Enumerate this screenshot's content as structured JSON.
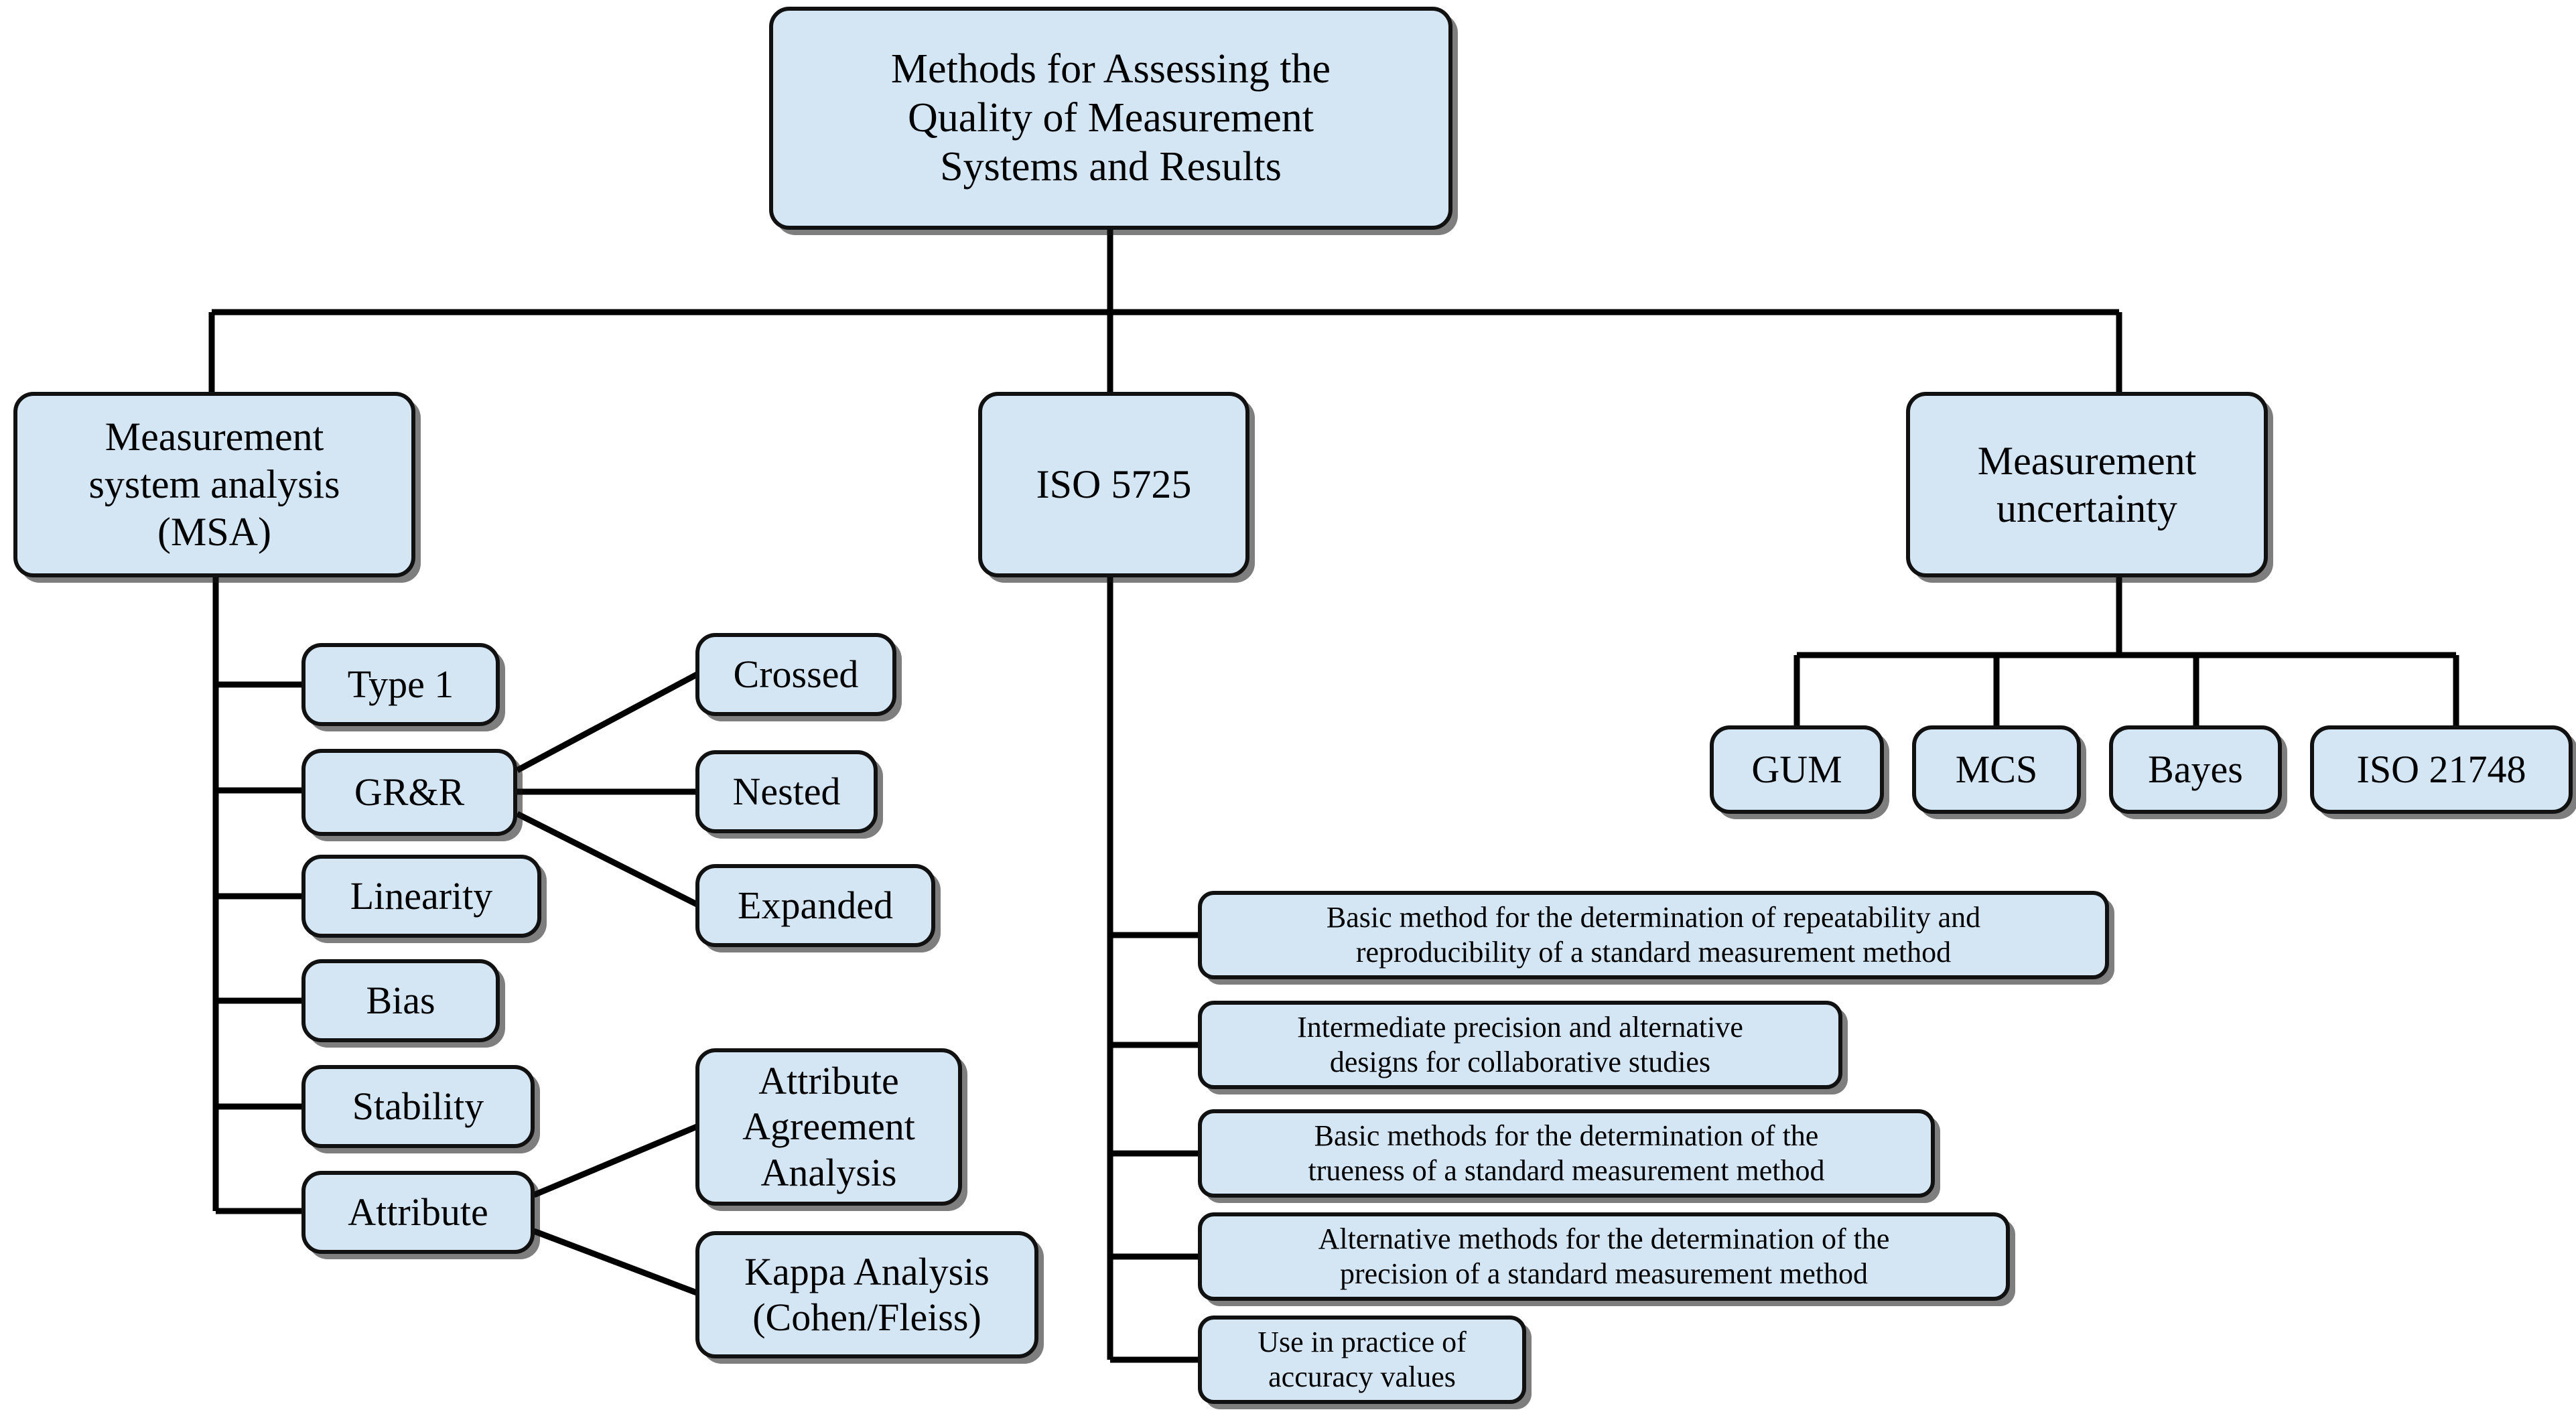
{
  "diagram": {
    "title": "Methods for Assessing the Quality of Measurement Systems and Results",
    "type": "tree",
    "colors": {
      "node_fill": "#d4e5f4",
      "node_border": "#111111",
      "connector": "#000000",
      "background": "#ffffff",
      "text": "#000000"
    }
  },
  "root": {
    "label": "Methods for Assessing the\nQuality of Measurement\nSystems and Results"
  },
  "branches": {
    "msa": {
      "label": "Measurement\nsystem analysis\n(MSA)",
      "children": [
        {
          "label": "Type 1"
        },
        {
          "label": "GR&R"
        },
        {
          "label": "Linearity"
        },
        {
          "label": "Bias"
        },
        {
          "label": "Stability"
        },
        {
          "label": "Attribute"
        }
      ],
      "grr_children": [
        {
          "label": "Crossed"
        },
        {
          "label": "Nested"
        },
        {
          "label": "Expanded"
        }
      ],
      "attribute_children": [
        {
          "label": "Attribute\nAgreement\nAnalysis"
        },
        {
          "label": "Kappa Analysis\n(Cohen/Fleiss)"
        }
      ]
    },
    "iso5725": {
      "label": "ISO 5725",
      "children": [
        {
          "label": "Basic method for the determination of repeatability and\nreproducibility of a standard measurement method"
        },
        {
          "label": "Intermediate precision and alternative\ndesigns for collaborative studies"
        },
        {
          "label": "Basic methods for the determination of the\ntrueness of a standard measurement method"
        },
        {
          "label": "Alternative methods for the determination of the\nprecision of a standard measurement method"
        },
        {
          "label": "Use in practice of\naccuracy values"
        }
      ]
    },
    "uncertainty": {
      "label": "Measurement\nuncertainty",
      "children": [
        {
          "label": "GUM"
        },
        {
          "label": "MCS"
        },
        {
          "label": "Bayes"
        },
        {
          "label": "ISO 21748"
        }
      ]
    }
  }
}
